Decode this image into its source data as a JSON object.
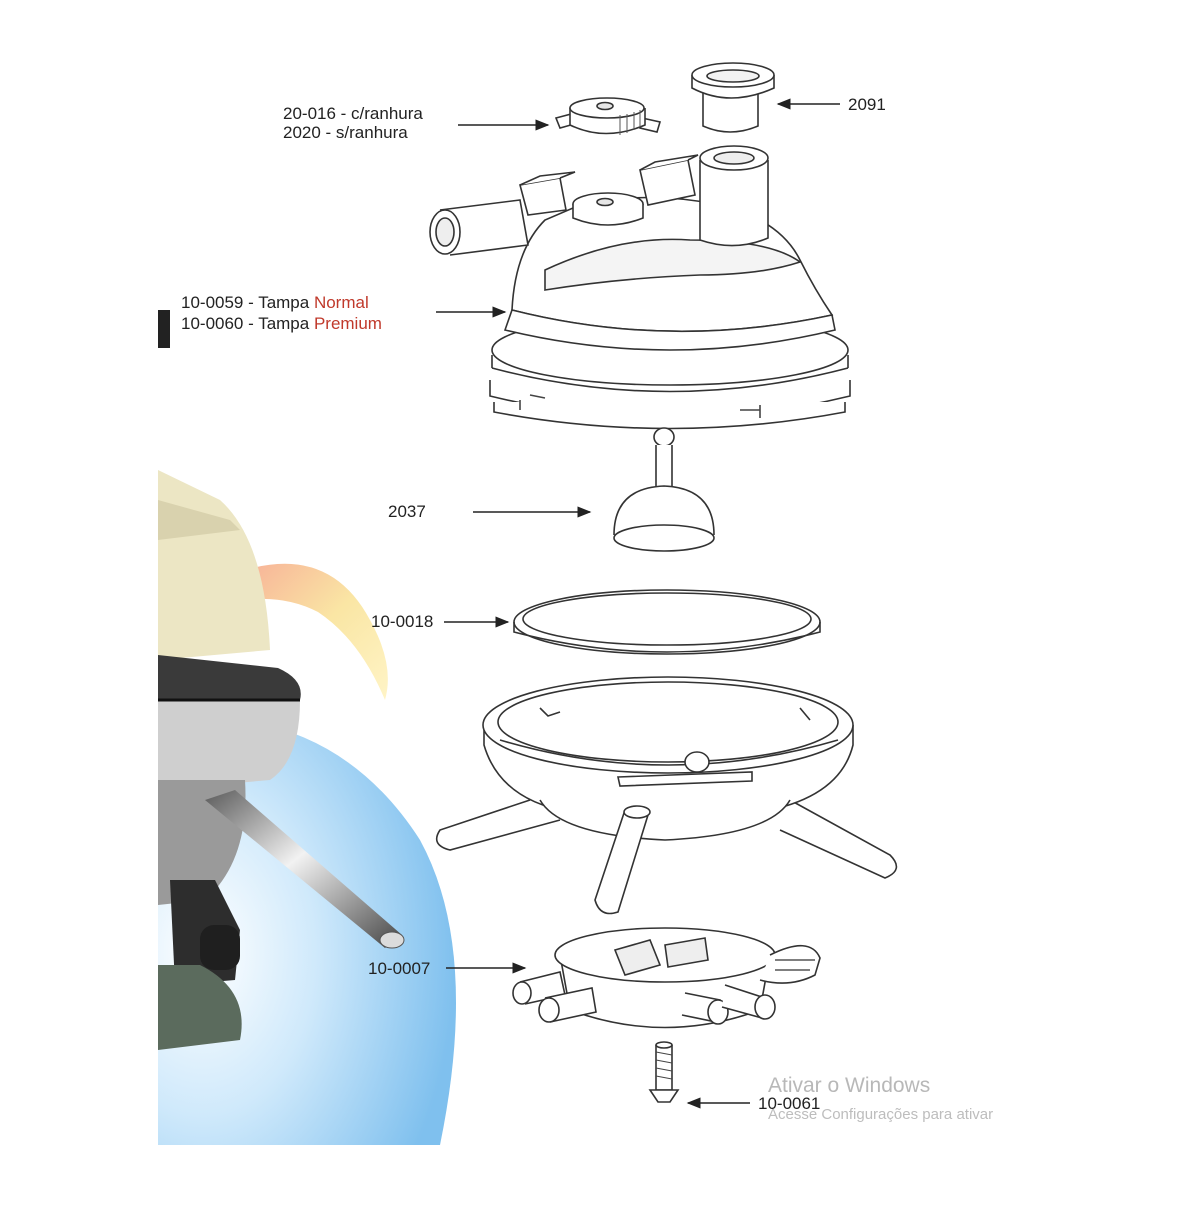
{
  "labels": {
    "screw_cap": {
      "line1": "20-016 - c/ranhura",
      "line2": "2020 - s/ranhura"
    },
    "plug": "2091",
    "lid": {
      "normal_prefix": "10-0059 - Tampa ",
      "normal_word": "Normal",
      "premium_prefix": "10-0060 - Tampa ",
      "premium_word": "Premium"
    },
    "valve": "2037",
    "gasket": "10-0018",
    "base": "10-0007",
    "screw": "10-0061"
  },
  "watermark": {
    "title": "Ativar o Windows",
    "subtitle": "Acesse Configurações para ativar"
  },
  "colors": {
    "accent_red": "#c0392b",
    "line": "#333333",
    "photo_blue": "#8fc8ef",
    "photo_cream": "#ece6c4"
  }
}
